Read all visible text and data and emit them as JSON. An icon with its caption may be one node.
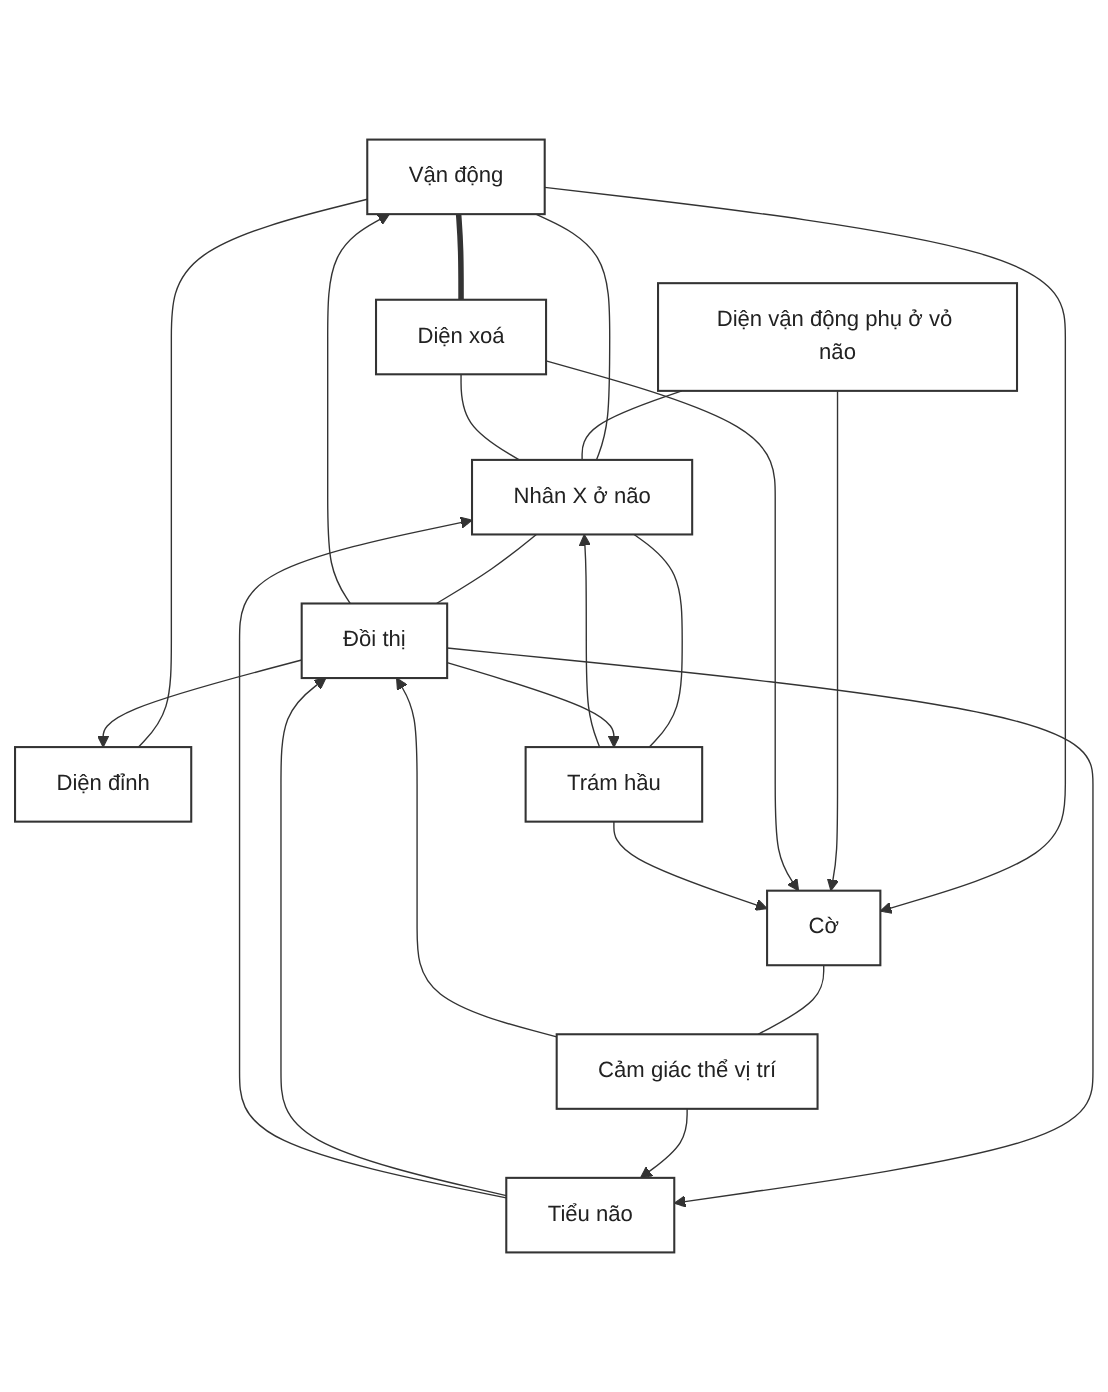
{
  "diagram": {
    "nodes": [
      {
        "text": [
          "Vận động"
        ]
      },
      {
        "text": [
          "Diện vận động phụ ở vỏ não"
        ]
      },
      {
        "text": [
          "Diện đỉnh"
        ]
      },
      {
        "text": [
          "Diện xoá"
        ]
      },
      {
        "text": [
          "Nhân X ở não"
        ]
      },
      {
        "text": [
          "Đồi thị"
        ]
      },
      {
        "text": [
          "Trám hầu"
        ]
      },
      {
        "text": [
          "Tiểu não"
        ]
      },
      {
        "text": [
          "Cờ"
        ]
      },
      {
        "text": [
          "Cảm giác thể vị trí"
        ]
      }
    ],
    "edges": [
      {
        "from": 0,
        "to": 3,
        "arrow": "none",
        "style": "thick"
      },
      {
        "from": 0,
        "to": 2,
        "arrow": "none"
      },
      {
        "from": 0,
        "to": 4,
        "arrow": "none"
      },
      {
        "from": 1,
        "to": 4,
        "arrow": "none"
      },
      {
        "from": 3,
        "to": 4,
        "arrow": "none"
      },
      {
        "from": 0,
        "to": 8,
        "arrow": "to"
      },
      {
        "from": 1,
        "to": 8,
        "arrow": "to"
      },
      {
        "from": 3,
        "to": 8,
        "arrow": "to"
      },
      {
        "from": 5,
        "to": 2,
        "arrow": "to"
      },
      {
        "from": 5,
        "to": 0,
        "arrow": "to"
      },
      {
        "from": 4,
        "to": 5,
        "arrow": "none"
      },
      {
        "from": 4,
        "to": 6,
        "arrow": "none"
      },
      {
        "from": 6,
        "to": 4,
        "arrow": "to"
      },
      {
        "from": 5,
        "to": 6,
        "arrow": "to"
      },
      {
        "from": 5,
        "to": 7,
        "arrow": "to"
      },
      {
        "from": 7,
        "to": 5,
        "arrow": "to"
      },
      {
        "from": 7,
        "to": 4,
        "arrow": "to"
      },
      {
        "from": 6,
        "to": 8,
        "arrow": "to"
      },
      {
        "from": 8,
        "to": 9,
        "arrow": "none"
      },
      {
        "from": 9,
        "to": 5,
        "arrow": "to"
      },
      {
        "from": 9,
        "to": 7,
        "arrow": "to"
      }
    ]
  }
}
